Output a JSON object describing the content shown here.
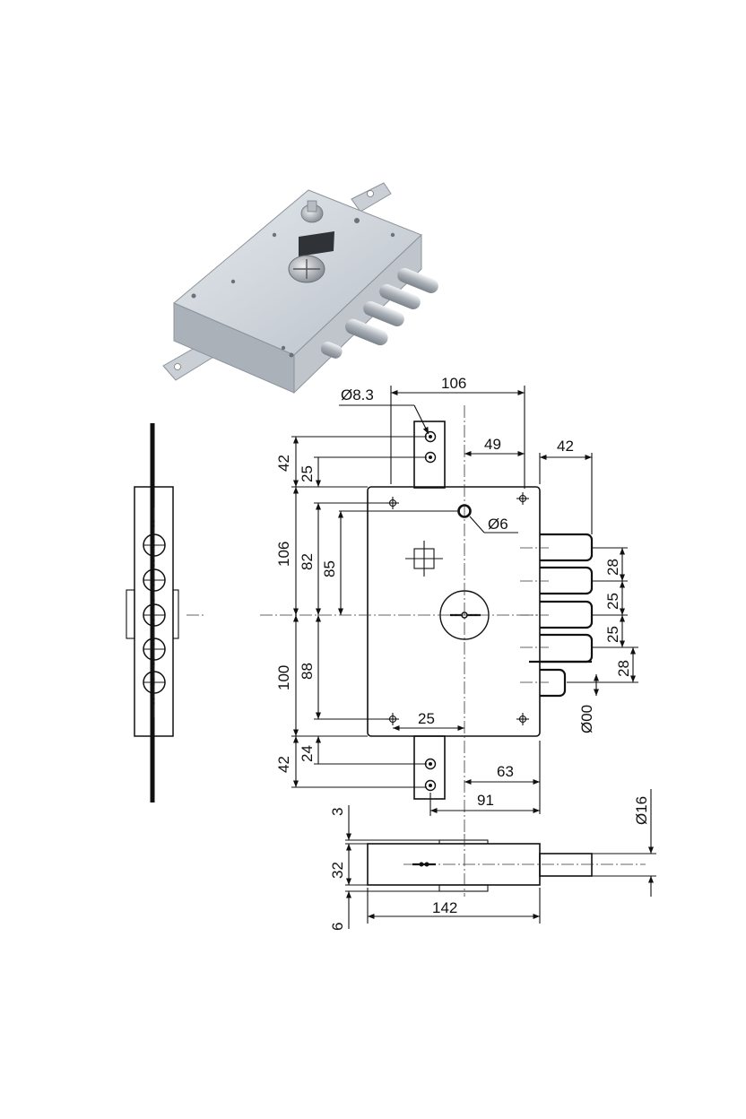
{
  "photo": {
    "description_icon": "mortise-lock-photo"
  },
  "dimensions": {
    "d_hole_top": "Ø8.3",
    "w_106": "106",
    "w_49": "49",
    "w_42_bolts": "42",
    "h_42_top": "42",
    "h_25_top": "25",
    "h_106": "106",
    "h_82": "82",
    "h_85": "85",
    "d_6": "Ø6",
    "bolt_28_a": "28",
    "bolt_25_a": "25",
    "bolt_25_b": "25",
    "bolt_28_b": "28",
    "d_00": "Ø00",
    "h_100": "100",
    "h_88": "88",
    "w_25_bottom": "25",
    "h_42_bottom": "42",
    "h_24_bottom": "24",
    "w_63": "63",
    "w_91": "91",
    "t_3": "3",
    "t_32": "32",
    "t_6": "6",
    "w_142": "142",
    "d_16": "Ø16"
  }
}
